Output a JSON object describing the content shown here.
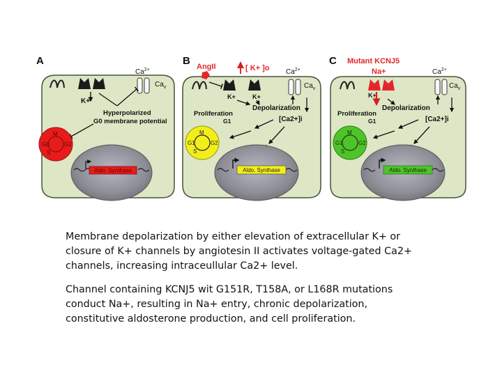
{
  "figure": {
    "panels": [
      {
        "label": "A",
        "ca_label": "Ca",
        "ca_sup": "2+",
        "cav_label": "Ca",
        "cav_sub": "v",
        "k_label": "K+",
        "state_line1": "Hyperpolarized",
        "state_line2": "G0 membrane potential",
        "cycle": {
          "m": "M",
          "g0": "G0",
          "s": "S",
          "g2": "G2",
          "color": "#e81b1b"
        },
        "enzyme_label": "Aldo. Synthase",
        "enzyme_color": "#e81b1b"
      },
      {
        "label": "B",
        "agonist": "AngII",
        "k_ext": "[ K+ ]o",
        "ca_label": "Ca",
        "ca_sup": "2+",
        "cav_label": "Ca",
        "cav_sub": "v",
        "k_left": "K+",
        "k_right": "K+",
        "depol_label": "Depolarization",
        "prolif_label": "Proliferation",
        "g1_label": "G1",
        "ca_i_label": "[Ca2+]i",
        "cycle": {
          "m": "M",
          "g1": "G1",
          "s": "S",
          "g2": "G2",
          "color": "#f2ee1a"
        },
        "enzyme_label": "Aldo. Synthase",
        "enzyme_color": "#f2ee1a"
      },
      {
        "label": "C",
        "mutant_title": "Mutant KCNJ5",
        "na_label": "Na+",
        "ca_label": "Ca",
        "ca_sup": "2+",
        "cav_label": "Ca",
        "cav_sub": "v",
        "k_label": "K+",
        "depol_label": "Depolarization",
        "prolif_label": "Proliferation",
        "g1_label": "G1",
        "ca_i_label": "[Ca2+]i",
        "cycle": {
          "m": "M",
          "g1": "G1",
          "s": "S",
          "g2": "G2",
          "color": "#4fc32a"
        },
        "enzyme_label": "Aldo. Synthase",
        "enzyme_color": "#4fc32a"
      }
    ],
    "colors": {
      "cell_fill": "#dde7c5",
      "cell_stroke": "#46523a",
      "nucleus": "#9c9c9c",
      "mutant": "#e4262b"
    }
  },
  "caption": {
    "p1": "Membrane depolarization by either elevation of extracellular K+ or closure of K+ channels by angiotesin II activates voltage-gated Ca2+ channels, increasing intraceullular Ca2+ level.",
    "p2": "Channel containing KCNJ5 wit G151R, T158A, or L168R mutations conduct Na+, resulting in Na+ entry, chronic depolarization, constitutive aldosterone production, and cell proliferation."
  }
}
